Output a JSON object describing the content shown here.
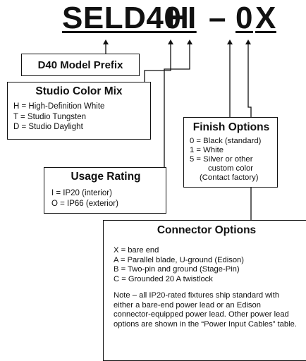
{
  "model_code": {
    "prefix": "SELD40",
    "color_mix": "H",
    "usage": "I",
    "dash": "–",
    "finish": "0",
    "connector": "X"
  },
  "prefix_box": {
    "title": "D40 Model Prefix"
  },
  "color_mix_box": {
    "title": "Studio Color Mix",
    "lines": [
      "H = High-Definition White",
      "T = Studio Tungsten",
      "D = Studio Daylight"
    ]
  },
  "finish_box": {
    "title": "Finish Options",
    "lines": [
      "0 =  Black (standard)",
      "1 =  White",
      "5 =  Silver or other",
      "custom color",
      "(Contact factory)"
    ]
  },
  "usage_box": {
    "title": "Usage Rating",
    "lines": [
      "I  = IP20 (interior)",
      "O = IP66 (exterior)"
    ]
  },
  "connector_box": {
    "title": "Connector Options",
    "lines": [
      "X = bare end",
      "A = Parallel blade, U-ground (Edison)",
      "B = Two-pin and ground (Stage-Pin)",
      "C = Grounded 20 A twistlock"
    ],
    "note": "Note – all IP20-rated fixtures ship standard with either a bare-end power lead or an Edison connector-equipped power lead.  Other power lead options are shown in the “Power Input Cables” table."
  }
}
